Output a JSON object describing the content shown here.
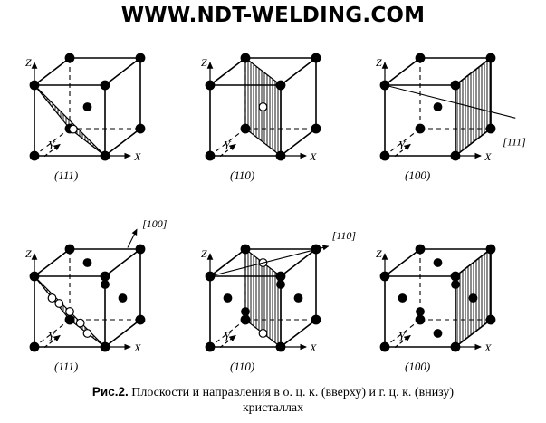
{
  "site_banner": "WWW.NDT-WELDING.COM",
  "caption": {
    "label": "Рис.2.",
    "line1": "Плоскости и направления в о. ц. к. (вверху) и г. ц. к. (внизу)",
    "line2": "кристаллах"
  },
  "panels": [
    {
      "id": "bcc-111",
      "plane_label": "(111)",
      "lattice": "bcc",
      "plane": "111",
      "direction_label": "",
      "axes": {
        "z": "Z",
        "y": "Y",
        "x": "X"
      }
    },
    {
      "id": "bcc-110",
      "plane_label": "(110)",
      "lattice": "bcc",
      "plane": "110",
      "direction_label": "",
      "axes": {
        "z": "Z",
        "y": "Y",
        "x": "X"
      }
    },
    {
      "id": "bcc-100",
      "plane_label": "(100)",
      "lattice": "bcc",
      "plane": "100",
      "direction_label": "[111]",
      "axes": {
        "z": "Z",
        "y": "Y",
        "x": "X"
      }
    },
    {
      "id": "fcc-111",
      "plane_label": "(111)",
      "lattice": "fcc",
      "plane": "111",
      "direction_label": "[100]",
      "axes": {
        "z": "Z",
        "y": "Y",
        "x": "X"
      }
    },
    {
      "id": "fcc-110",
      "plane_label": "(110)",
      "lattice": "fcc",
      "plane": "110",
      "direction_label": "[110]",
      "axes": {
        "z": "Z",
        "y": "Y",
        "x": "X"
      }
    },
    {
      "id": "fcc-100",
      "plane_label": "(100)",
      "lattice": "fcc",
      "plane": "100",
      "direction_label": "",
      "axes": {
        "z": "Z",
        "y": "Y",
        "x": "X"
      }
    }
  ]
}
